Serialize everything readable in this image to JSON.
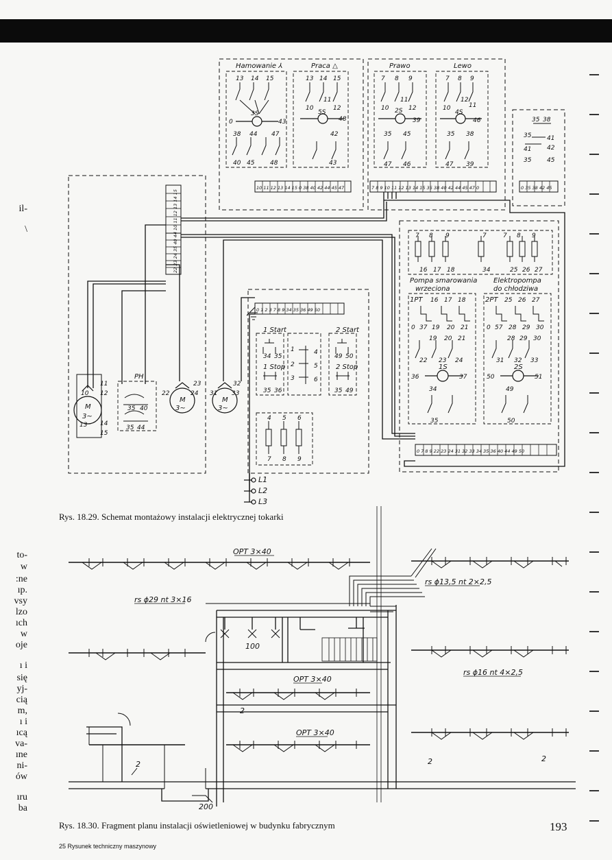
{
  "figure_1": {
    "caption": "Rys. 18.29. Schemat montażowy instalacji elektrycznej tokarki",
    "box_brake_label": "Hamowanie ⅄",
    "box_work_label": "Praca △",
    "box_right_label": "Prawo",
    "box_left_label": "Lewo",
    "pump_lube_label": "Pompa smarowania",
    "pump_lube_sub": "wrzeciona",
    "pump_cool_label": "Elektropompa",
    "pump_cool_sub": "do chłodziwa",
    "start1": "1 Start",
    "start2": "2 Start",
    "stop1": "1 Stop",
    "stop2": "2 Stop",
    "relay_ph": "PH",
    "relay_1pt": "1PT",
    "relay_2pt": "2PT",
    "relay_1s": "1S",
    "relay_2s": "2S",
    "motor_m": "M",
    "motor_ac": "3~",
    "line1": "L1",
    "line2": "L2",
    "line3": "L3",
    "terminals_top_left": "10 11 12 13 14 15 0 38 40 42 44 45 47",
    "terminals_top_right": "7 8 9 10 11 12 13 14 15 35 38 40 42 44 45 47 0",
    "terminals_far_right": "0 35 38 42 45",
    "terminals_left_vertical": "10 11 12 13 14 15",
    "terminals_left_vertical_2": "22 23 24 35 40 44",
    "terminals_center": "0 1 2 3 7 8 9 34 35 36 49 50",
    "terminals_bottom": "0 7 8 9 22 23 24 31 32 33 34 35 36 40 44 49 50",
    "numbers_motor_left": [
      "10",
      "11",
      "12",
      "13",
      "14",
      "15"
    ],
    "numbers_motor_22": [
      "22",
      "23",
      "24"
    ],
    "numbers_motor_31": [
      "31",
      "32",
      "33"
    ],
    "numbers_ph": [
      "35",
      "40",
      "35",
      "44"
    ],
    "numbers_start": [
      "34",
      "35",
      "49",
      "50",
      "35",
      "36",
      "35",
      "49"
    ],
    "numbers_relay_mid": [
      "1",
      "4",
      "2",
      "5",
      "3",
      "6"
    ],
    "numbers_fuses_bottom_top": [
      "4",
      "5",
      "6"
    ],
    "numbers_fuses_bottom_bot": [
      "7",
      "8",
      "9"
    ],
    "numbers_pump": [
      "7",
      "8",
      "9",
      "7",
      "7",
      "8",
      "9",
      "16",
      "17",
      "18",
      "34",
      "25",
      "26",
      "27"
    ],
    "numbers_1pt": [
      "16",
      "17",
      "18",
      "0",
      "37",
      "19",
      "20",
      "21",
      "19",
      "20",
      "21",
      "22",
      "23",
      "24",
      "36",
      "37",
      "34",
      "35"
    ],
    "numbers_2pt": [
      "25",
      "26",
      "27",
      "0",
      "57",
      "28",
      "29",
      "30",
      "28",
      "29",
      "30",
      "31",
      "32",
      "33",
      "50",
      "51",
      "49",
      "50"
    ],
    "numbers_brake": [
      "13",
      "14",
      "15",
      "3S",
      "43",
      "0",
      "38",
      "44",
      "47",
      "40",
      "45",
      "48"
    ],
    "numbers_work": [
      "13",
      "14",
      "15",
      "11",
      "10",
      "5S",
      "12",
      "48",
      "42",
      "43"
    ],
    "numbers_right": [
      "7",
      "8",
      "9",
      "11",
      "10",
      "2S",
      "12",
      "39",
      "35",
      "45",
      "47",
      "46"
    ],
    "numbers_left": [
      "7",
      "8",
      "9",
      "12",
      "10",
      "4S",
      "11",
      "46",
      "35",
      "38",
      "47",
      "39"
    ],
    "numbers_far": [
      "35",
      "38",
      "35",
      "41",
      "41",
      "42",
      "35",
      "45"
    ]
  },
  "figure_2": {
    "caption": "Rys. 18.30. Fragment planu instalacji oświetleniowej w budynku fabrycznym",
    "label_opt_top": "OPT 3×40",
    "label_rs29": "rs ϕ29 nt 3×16",
    "label_rs135": "rs ϕ13,5 nt 2×2,5",
    "label_rs16": "rs ϕ16 nt 4×2,5",
    "label_100": "100",
    "label_opt_mid": "OPT 3×40",
    "label_opt_low": "OPT 3×40",
    "label_2a": "2",
    "label_2b": "2",
    "label_2c": "2",
    "label_2d": "2",
    "label_200": "200"
  },
  "page": {
    "number": "193",
    "footer": "25  Rysunek techniczny maszynowy",
    "left_fragments": [
      "il-",
      "\\",
      "to-",
      "w",
      ":ne",
      "ıp.",
      "vsy",
      "lzo",
      "ıch",
      "w",
      "oje",
      "ı  i",
      "się",
      "yj-",
      "cią",
      "m,",
      "ı  i",
      "ıcą",
      "va-",
      "ıne",
      "ni-",
      "ów",
      "ıru",
      "ba"
    ]
  }
}
